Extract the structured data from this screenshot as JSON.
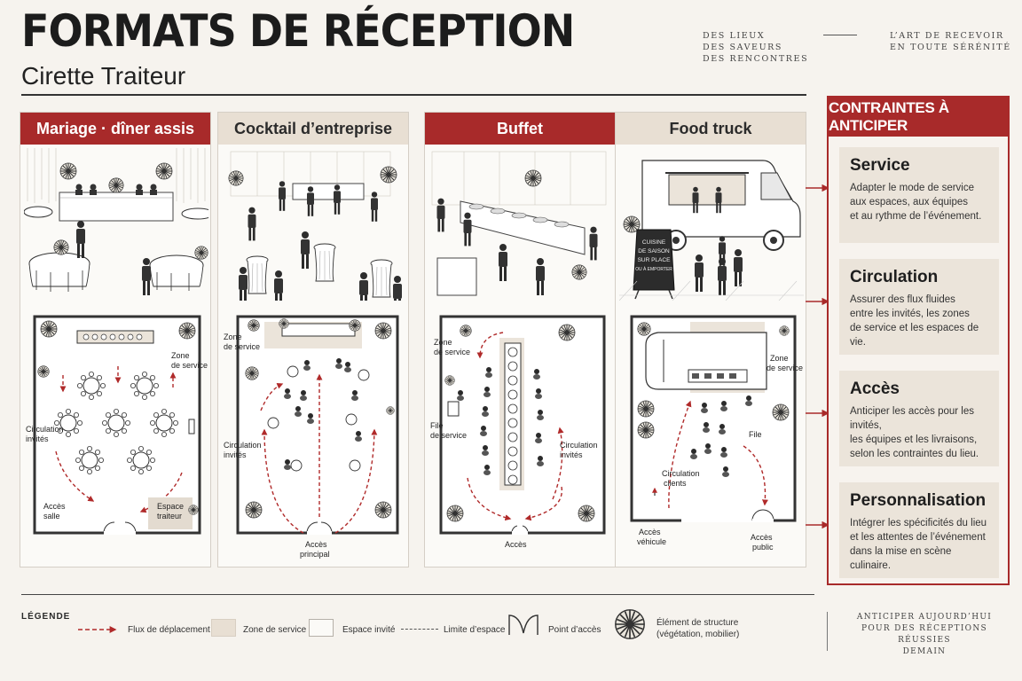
{
  "header": {
    "title": "FORMATS DE RÉCEPTION",
    "subtitle": "Cirette Traiteur",
    "tagline_left": [
      "DES LIEUX",
      "DES SAVEURS",
      "DES RENCONTRES"
    ],
    "tagline_right": [
      "L’ART DE RECEVOIR",
      "EN TOUTE SÉRÉNITÉ"
    ]
  },
  "formats": [
    {
      "title": "Mariage · dîner assis",
      "style": "red",
      "plan_labels": {
        "zone_service": [
          "Zone",
          "de service"
        ],
        "circulation": [
          "Circulation",
          "invités"
        ],
        "acces": [
          "Accès",
          "salle"
        ],
        "espace": [
          "Espace",
          "traiteur"
        ]
      }
    },
    {
      "title": "Cocktail d’entreprise",
      "style": "beige",
      "plan_labels": {
        "zone_service": [
          "Zone",
          "de service"
        ],
        "circulation": [
          "Circulation",
          "invités"
        ],
        "acces": [
          "Accès",
          "principal"
        ]
      }
    },
    {
      "title": "Buffet",
      "style": "red",
      "plan_labels": {
        "zone_service": [
          "Zone",
          "de service"
        ],
        "file": [
          "File",
          "de service"
        ],
        "circulation": [
          "Circulation",
          "invités"
        ],
        "acces": [
          "Accès"
        ]
      }
    },
    {
      "title": "Food truck",
      "style": "beige",
      "sign": [
        "CUISINE",
        "DE SAISON",
        "SUR PLACE",
        "OU À EMPORTER"
      ],
      "plan_labels": {
        "zone_service": [
          "Zone",
          "de service"
        ],
        "file": [
          "File"
        ],
        "circulation": [
          "Circulation",
          "clients"
        ],
        "acces_vehicule": [
          "Accès",
          "véhicule"
        ],
        "acces_public": [
          "Accès",
          "public"
        ]
      }
    }
  ],
  "constraints": {
    "heading": "CONTRAINTES À ANTICIPER",
    "items": [
      {
        "title": "Service",
        "lines": [
          "Adapter le mode de service",
          "aux espaces, aux équipes",
          "et au rythme de l’événement."
        ]
      },
      {
        "title": "Circulation",
        "lines": [
          "Assurer des flux fluides",
          "entre les invités, les zones",
          "de service et les espaces de vie."
        ]
      },
      {
        "title": "Accès",
        "lines": [
          "Anticiper les accès pour les invités,",
          "les équipes et les livraisons,",
          "selon les contraintes du lieu."
        ]
      },
      {
        "title": "Personnalisation",
        "lines": [
          "Intégrer les spécificités du lieu",
          "et les attentes de l’événement",
          "dans la mise en scène culinaire."
        ]
      }
    ]
  },
  "legend": {
    "title": "LÉGENDE",
    "items": {
      "flux": "Flux de déplacement",
      "zone_service": "Zone de service",
      "espace_invite": "Espace invité",
      "limite": "Limite d’espace",
      "point_acces": "Point d’accès",
      "element_structure": [
        "Élément de structure",
        "(végétation, mobilier)"
      ]
    }
  },
  "footer": [
    "ANTICIPER AUJOURD’HUI",
    "POUR DES RÉCEPTIONS RÉUSSIES",
    "DEMAIN"
  ],
  "colors": {
    "accent": "#a82a2a",
    "beige": "#e8dfd3",
    "box": "#ebe4da",
    "ink": "#1c1c1c"
  }
}
